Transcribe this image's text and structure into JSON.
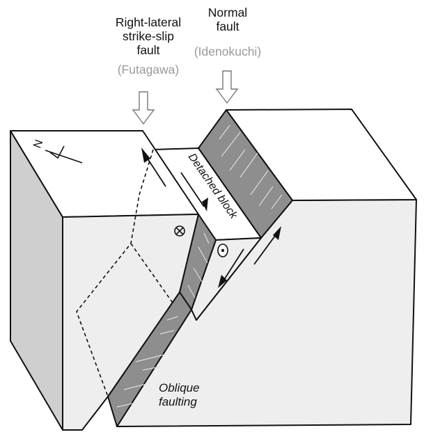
{
  "title": "Oblique faulting block diagram",
  "labels": {
    "strike_slip": {
      "line1": "Right-lateral",
      "line2": "strike-slip",
      "line3": "fault",
      "name": "(Futagawa)"
    },
    "normal": {
      "line1": "Normal",
      "line2": "fault",
      "name": "(Idenokuchi)"
    },
    "detached_block": "Detached block",
    "oblique": {
      "line1": "Oblique",
      "line2": "faulting"
    },
    "north": "N"
  },
  "symbols": {
    "into_page": "⊗",
    "out_of_page": "⊙"
  },
  "colors": {
    "outline": "#111111",
    "top_face": "#ffffff",
    "front_face": "#eeeeee",
    "side_face": "#cfcfcf",
    "fault_plane": "#8e8e8e",
    "fault_striation": "#d8d8d8",
    "label_gray": "#9a9a9a"
  }
}
